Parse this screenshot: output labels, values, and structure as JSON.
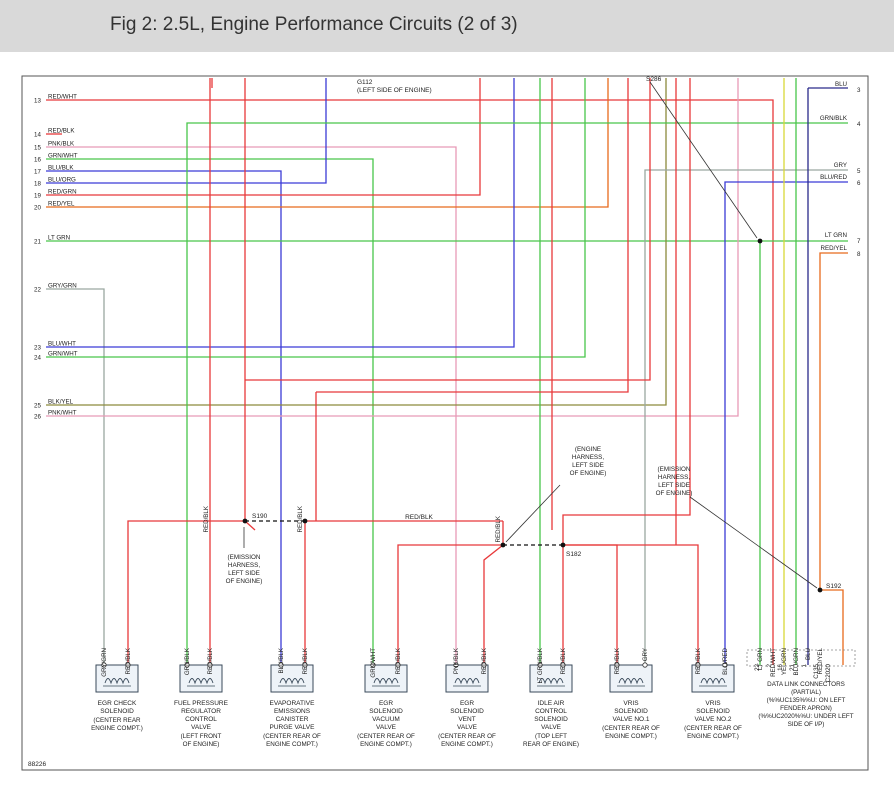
{
  "title": "Fig 2: 2.5L, Engine Performance Circuits (2 of 3)",
  "figure_id": "88226",
  "colors": {
    "red": "#e8383a",
    "green": "#49c54a",
    "blue": "#3b3bd6",
    "gray": "#9aa8a0",
    "pink": "#e79ab6",
    "orange": "#e86a1c",
    "olive": "#8c8a3c",
    "navy": "#2a2a8a",
    "yellow": "#d8d838",
    "frame": "#555555"
  },
  "g112": [
    "G112",
    "(LEFT SIDE OF ENGINE)"
  ],
  "s286": "S286",
  "s190": "S190",
  "s182": "S182",
  "s192": "S192",
  "redblk_mid": "RED/BLK",
  "note_emission_s190": [
    "(EMISSION",
    "HARNESS,",
    "LEFT SIDE",
    "OF ENGINE)"
  ],
  "note_engine_harness": [
    "(ENGINE",
    "HARNESS,",
    "LEFT SIDE",
    "OF ENGINE)"
  ],
  "note_emission_s192": [
    "(EMISSION",
    "HARNESS,",
    "LEFT SIDE",
    "OF ENGINE)"
  ],
  "left_wires": [
    {
      "num": "13",
      "label": "RED/WHT"
    },
    {
      "num": "14",
      "label": "RED/BLK"
    },
    {
      "num": "15",
      "label": "PNK/BLK"
    },
    {
      "num": "16",
      "label": "GRN/WHT"
    },
    {
      "num": "17",
      "label": "BLU/BLK"
    },
    {
      "num": "18",
      "label": "BLU/ORG"
    },
    {
      "num": "19",
      "label": "RED/GRN"
    },
    {
      "num": "20",
      "label": "RED/YEL"
    },
    {
      "num": "21",
      "label": "LT GRN"
    },
    {
      "num": "22",
      "label": "GRY/GRN"
    },
    {
      "num": "23",
      "label": "BLU/WHT"
    },
    {
      "num": "24",
      "label": "GRN/WHT"
    },
    {
      "num": "25",
      "label": "BLK/YEL"
    },
    {
      "num": "26",
      "label": "PNK/WHT"
    }
  ],
  "right_wires": [
    {
      "num": "3",
      "label": "BLU"
    },
    {
      "num": "4",
      "label": "GRN/BLK"
    },
    {
      "num": "5",
      "label": "GRY"
    },
    {
      "num": "6",
      "label": "BLU/RED"
    },
    {
      "num": "7",
      "label": "LT GRN"
    },
    {
      "num": "8",
      "label": "RED/YEL"
    }
  ],
  "components": [
    {
      "pins": [
        "GRY/GRN",
        "RED/BLK"
      ],
      "name": [
        "EGR CHECK",
        "SOLENOID"
      ],
      "loc": [
        "(CENTER REAR",
        "ENGINE COMPT.)"
      ]
    },
    {
      "pins": [
        "GRN/BLK",
        "RED/BLK"
      ],
      "name": [
        "FUEL PRESSURE",
        "REGULATOR",
        "CONTROL",
        "VALVE"
      ],
      "loc": [
        "(LEFT FRONT",
        "OF ENGINE)"
      ]
    },
    {
      "pins": [
        "BLU/BLK",
        "RED/BLK"
      ],
      "name": [
        "EVAPORATIVE",
        "EMISSIONS",
        "CANISTER",
        "PURGE VALVE"
      ],
      "loc": [
        "(CENTER REAR OF",
        "ENGINE COMPT.)"
      ]
    },
    {
      "pins": [
        "GRN/WHT",
        "RED/BLK"
      ],
      "name": [
        "EGR",
        "SOLENOID",
        "VACUUM",
        "VALVE"
      ],
      "loc": [
        "(CENTER REAR OF",
        "ENGINE COMPT.)"
      ]
    },
    {
      "pins": [
        "PNK/BLK",
        "RED/BLK"
      ],
      "name": [
        "EGR",
        "SOLENOID",
        "VENT",
        "VALVE"
      ],
      "loc": [
        "(CENTER REAR OF",
        "ENGINE COMPT.)"
      ]
    },
    {
      "pins": [
        "LT GRN/BLK",
        "RED/BLK"
      ],
      "name": [
        "IDLE AIR",
        "CONTROL",
        "SOLENOID",
        "VALVE"
      ],
      "loc": [
        "(TOP LEFT",
        "REAR OF ENGINE)"
      ]
    },
    {
      "pins": [
        "RED/BLK",
        "GRY"
      ],
      "name": [
        "VRIS",
        "SOLENOID",
        "VALVE NO.1"
      ],
      "loc": [
        "(CENTER REAR OF",
        "ENGINE COMPT.)"
      ]
    },
    {
      "pins": [
        "RED/BLK",
        "BLU/RED"
      ],
      "name": [
        "VRIS",
        "SOLENOID",
        "VALVE NO.2"
      ],
      "loc": [
        "(CENTER REAR OF",
        "ENGINE COMPT.)"
      ]
    }
  ],
  "dlc": {
    "wires": [
      "LT GRN",
      "RED/WHT",
      "YEL/GRN",
      "BLU/GRN",
      "BLU",
      "RED/YEL"
    ],
    "pins": [
      "22",
      "2",
      "16",
      "21",
      "1",
      "C135",
      "C2020"
    ],
    "name": [
      "DATA LINK CONNECTORS",
      "(PARTIAL)",
      "(%%UC135%%U: ON LEFT",
      "FENDER APRON)",
      "(%%UC2020%%U: UNDER LEFT",
      "SIDE OF I/P)"
    ]
  }
}
